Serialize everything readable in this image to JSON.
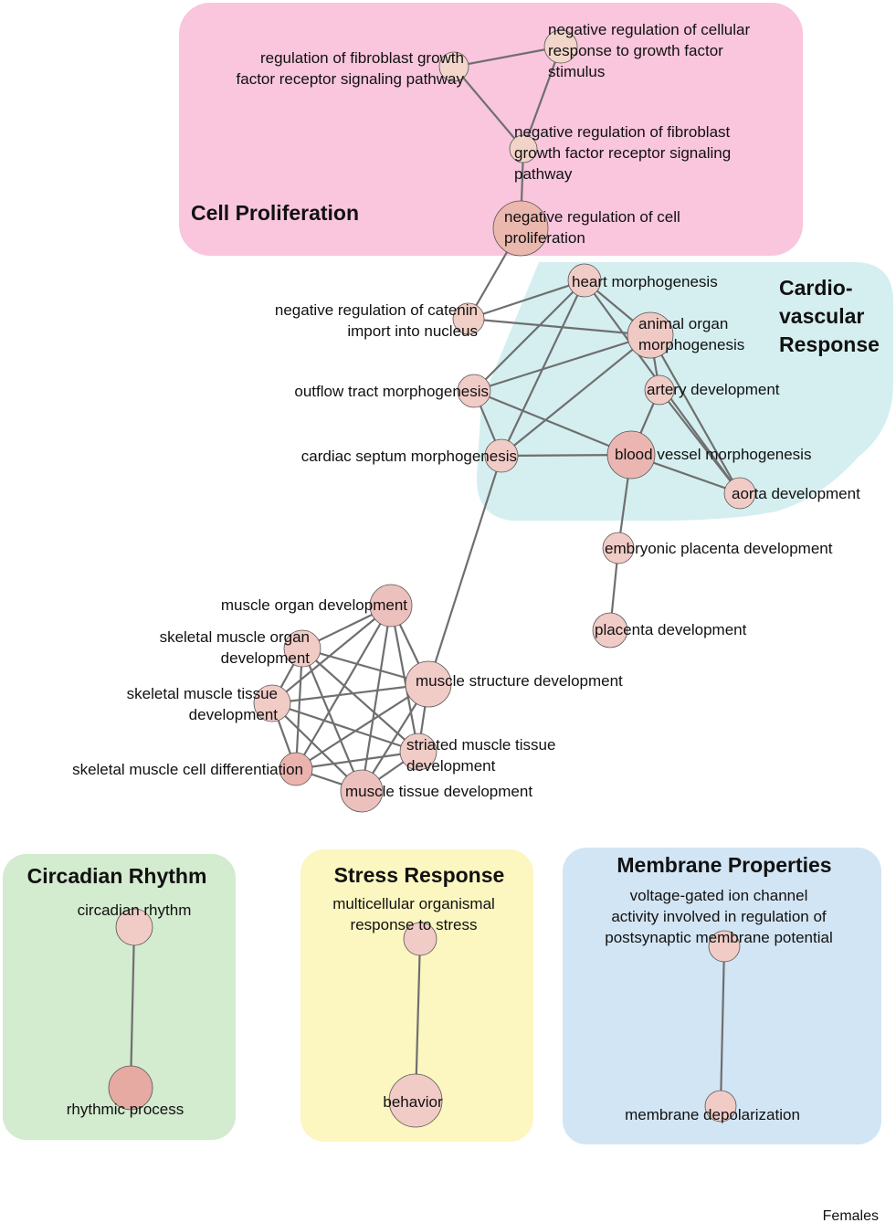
{
  "clusters": [
    {
      "id": "cell-proliferation",
      "title_lines": [
        "Cell Proliferation"
      ],
      "color": "#f9c6dd"
    },
    {
      "id": "cardiovascular-response",
      "title_lines": [
        "Cardio-",
        "vascular",
        "Response"
      ],
      "color": "#d5eff0"
    },
    {
      "id": "circadian-rhythm",
      "title_lines": [
        "Circadian Rhythm"
      ],
      "color": "#d3ebce"
    },
    {
      "id": "stress-response",
      "title_lines": [
        "Stress Response"
      ],
      "color": "#fcf6c0"
    },
    {
      "id": "membrane-properties",
      "title_lines": [
        "Membrane Properties"
      ],
      "color": "#d2e5f4"
    }
  ],
  "nodes": [
    {
      "id": "fgf-reg",
      "label_lines": [
        "regulation of fibroblast growth",
        "factor receptor signaling pathway"
      ],
      "color": "#f2d6c9"
    },
    {
      "id": "neg-cell-resp",
      "label_lines": [
        "negative regulation of cellular",
        "response to growth factor",
        "stimulus"
      ],
      "color": "#f2d6c9"
    },
    {
      "id": "neg-fgf",
      "label_lines": [
        "negative regulation of fibroblast",
        "growth factor receptor signaling",
        "pathway"
      ],
      "color": "#f1d3c7"
    },
    {
      "id": "neg-cell-prolif",
      "label_lines": [
        "negative regulation of cell",
        "proliferation"
      ],
      "color": "#ebb8ae"
    },
    {
      "id": "catenin",
      "label_lines": [
        "negative regulation of catenin",
        "import into nucleus"
      ],
      "color": "#f1cfc6"
    },
    {
      "id": "heart-morph",
      "label_lines": [
        "heart morphogenesis"
      ],
      "color": "#f1cbc6"
    },
    {
      "id": "animal-organ",
      "label_lines": [
        "animal organ",
        "morphogenesis"
      ],
      "color": "#f0c9c4"
    },
    {
      "id": "outflow",
      "label_lines": [
        "outflow tract morphogenesis"
      ],
      "color": "#f1cbc6"
    },
    {
      "id": "artery",
      "label_lines": [
        "artery development"
      ],
      "color": "#f1cbc6"
    },
    {
      "id": "cardiac-septum",
      "label_lines": [
        "cardiac septum morphogenesis"
      ],
      "color": "#f1cbc6"
    },
    {
      "id": "blood-vessel",
      "label_lines": [
        "blood vessel morphogenesis"
      ],
      "color": "#ebb6b1"
    },
    {
      "id": "aorta",
      "label_lines": [
        "aorta development"
      ],
      "color": "#f1cbc6"
    },
    {
      "id": "embryonic-placenta",
      "label_lines": [
        "embryonic placenta development"
      ],
      "color": "#f1cbc6"
    },
    {
      "id": "placenta",
      "label_lines": [
        "placenta development"
      ],
      "color": "#f1cbc6"
    },
    {
      "id": "muscle-organ",
      "label_lines": [
        "muscle organ development"
      ],
      "color": "#ecc0bc"
    },
    {
      "id": "skeletal-organ",
      "label_lines": [
        "skeletal muscle organ",
        "development"
      ],
      "color": "#f1cbc6"
    },
    {
      "id": "skeletal-tissue",
      "label_lines": [
        "skeletal muscle tissue",
        "development"
      ],
      "color": "#f1cbc6"
    },
    {
      "id": "muscle-structure",
      "label_lines": [
        "muscle structure development"
      ],
      "color": "#f1cbc6"
    },
    {
      "id": "striated",
      "label_lines": [
        "striated muscle tissue",
        "development"
      ],
      "color": "#f1cbc6"
    },
    {
      "id": "skeletal-cell-diff",
      "label_lines": [
        "skeletal muscle cell differentiation"
      ],
      "color": "#eab3ad"
    },
    {
      "id": "muscle-tissue",
      "label_lines": [
        "muscle tissue development"
      ],
      "color": "#ecc0bc"
    },
    {
      "id": "circadian",
      "label_lines": [
        "circadian rhythm"
      ],
      "color": "#f1cbc6"
    },
    {
      "id": "rhythmic",
      "label_lines": [
        "rhythmic process"
      ],
      "color": "#e6aaa3"
    },
    {
      "id": "stress",
      "label_lines": [
        "multicellular organismal",
        "response to stress"
      ],
      "color": "#f1cbc6"
    },
    {
      "id": "behavior",
      "label_lines": [
        "behavior"
      ],
      "color": "#f1cbc6"
    },
    {
      "id": "voltage-gated",
      "label_lines": [
        "voltage-gated ion channel",
        "activity involved in regulation of",
        "postsynaptic membrane potential"
      ],
      "color": "#f1cbc6"
    },
    {
      "id": "membrane-depol",
      "label_lines": [
        "membrane depolarization"
      ],
      "color": "#f1cbc6"
    }
  ],
  "edges": [
    [
      "fgf-reg",
      "neg-cell-resp"
    ],
    [
      "fgf-reg",
      "neg-fgf"
    ],
    [
      "neg-cell-resp",
      "neg-fgf"
    ],
    [
      "neg-fgf",
      "neg-cell-prolif"
    ],
    [
      "neg-cell-prolif",
      "catenin"
    ],
    [
      "catenin",
      "heart-morph"
    ],
    [
      "catenin",
      "animal-organ"
    ],
    [
      "heart-morph",
      "animal-organ"
    ],
    [
      "heart-morph",
      "outflow"
    ],
    [
      "heart-morph",
      "cardiac-septum"
    ],
    [
      "heart-morph",
      "aorta"
    ],
    [
      "animal-organ",
      "outflow"
    ],
    [
      "animal-organ",
      "cardiac-septum"
    ],
    [
      "animal-organ",
      "artery"
    ],
    [
      "animal-organ",
      "aorta"
    ],
    [
      "outflow",
      "cardiac-septum"
    ],
    [
      "outflow",
      "blood-vessel"
    ],
    [
      "cardiac-septum",
      "blood-vessel"
    ],
    [
      "cardiac-septum",
      "muscle-structure"
    ],
    [
      "artery",
      "blood-vessel"
    ],
    [
      "artery",
      "aorta"
    ],
    [
      "blood-vessel",
      "aorta"
    ],
    [
      "blood-vessel",
      "embryonic-placenta"
    ],
    [
      "embryonic-placenta",
      "placenta"
    ],
    [
      "muscle-organ",
      "skeletal-organ"
    ],
    [
      "muscle-organ",
      "skeletal-tissue"
    ],
    [
      "muscle-organ",
      "muscle-structure"
    ],
    [
      "muscle-organ",
      "striated"
    ],
    [
      "muscle-organ",
      "skeletal-cell-diff"
    ],
    [
      "muscle-organ",
      "muscle-tissue"
    ],
    [
      "skeletal-organ",
      "skeletal-tissue"
    ],
    [
      "skeletal-organ",
      "muscle-structure"
    ],
    [
      "skeletal-organ",
      "striated"
    ],
    [
      "skeletal-organ",
      "skeletal-cell-diff"
    ],
    [
      "skeletal-organ",
      "muscle-tissue"
    ],
    [
      "skeletal-tissue",
      "muscle-structure"
    ],
    [
      "skeletal-tissue",
      "striated"
    ],
    [
      "skeletal-tissue",
      "skeletal-cell-diff"
    ],
    [
      "skeletal-tissue",
      "muscle-tissue"
    ],
    [
      "muscle-structure",
      "striated"
    ],
    [
      "muscle-structure",
      "skeletal-cell-diff"
    ],
    [
      "muscle-structure",
      "muscle-tissue"
    ],
    [
      "striated",
      "skeletal-cell-diff"
    ],
    [
      "striated",
      "muscle-tissue"
    ],
    [
      "skeletal-cell-diff",
      "muscle-tissue"
    ],
    [
      "circadian",
      "rhythmic"
    ],
    [
      "stress",
      "behavior"
    ],
    [
      "voltage-gated",
      "membrane-depol"
    ]
  ],
  "footer": "Females"
}
